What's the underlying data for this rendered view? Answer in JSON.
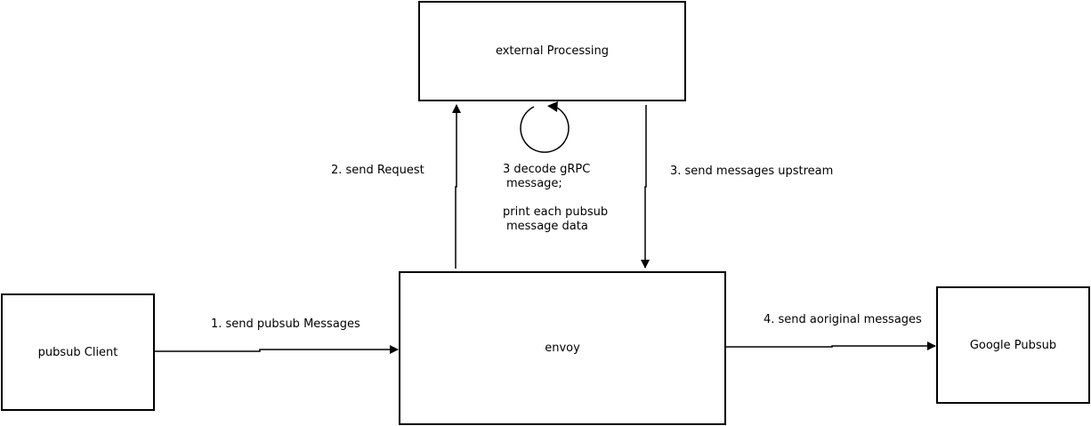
{
  "nodes": {
    "external_processing": "external Processing",
    "envoy": "envoy",
    "pubsub_client": "pubsub Client",
    "google_pubsub": "Google Pubsub"
  },
  "edges": {
    "send_pubsub_messages": "1. send pubsub Messages",
    "send_request": "2. send Request",
    "decode_line1": "3 decode gRPC",
    "decode_line2": "message;",
    "print_line1": "print each pubsub",
    "print_line2": "message data",
    "send_upstream": "3. send messages upstream",
    "send_original": "4. send aoriginal messages"
  }
}
